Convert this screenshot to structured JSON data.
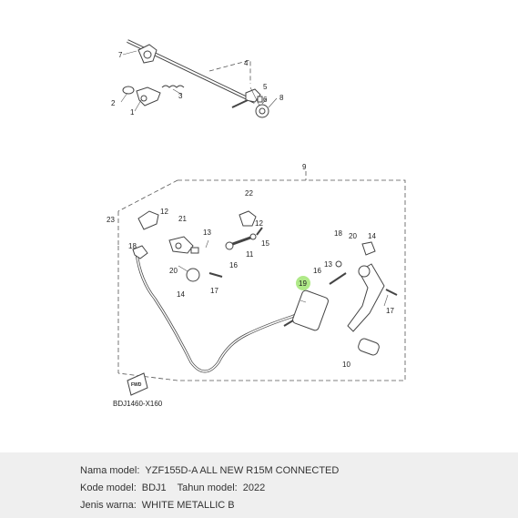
{
  "diagram": {
    "code": "BDJ1460-X160",
    "fwd_label": "FWD",
    "part_numbers": {
      "p1": "1",
      "p2": "2",
      "p3": "3",
      "p4": "4",
      "p5": "5",
      "p6": "6",
      "p7": "7",
      "p8": "8",
      "p9": "9",
      "p10": "10",
      "p11": "11",
      "p12a": "12",
      "p12b": "12",
      "p13a": "13",
      "p13b": "13",
      "p14a": "14",
      "p14b": "14",
      "p15": "15",
      "p16a": "16",
      "p16b": "16",
      "p17a": "17",
      "p17b": "17",
      "p18a": "18",
      "p18b": "18",
      "p19": "19",
      "p20a": "20",
      "p20b": "20",
      "p21": "21",
      "p22": "22",
      "p23": "23"
    },
    "highlight_color": "#9be36a"
  },
  "info": {
    "model_name_label": "Nama model:",
    "model_name_value": "YZF155D-A ALL NEW R15M CONNECTED",
    "model_code_label": "Kode model:",
    "model_code_value": "BDJ1",
    "model_year_label": "Tahun model:",
    "model_year_value": "2022",
    "color_label": "Jenis warna:",
    "color_value": "WHITE METALLIC B"
  }
}
